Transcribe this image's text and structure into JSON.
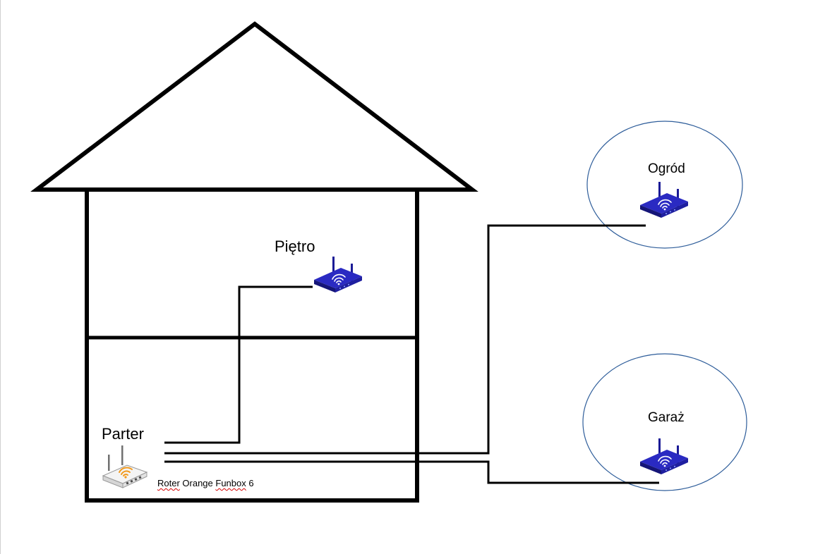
{
  "labels": {
    "upper_floor": "Piętro",
    "ground_floor": "Parter",
    "garden": "Ogród",
    "garage": "Garaż"
  },
  "main_router": {
    "caption_word1": "Roter",
    "caption_middle": " Orange ",
    "caption_word2": "Funbox",
    "caption_suffix": " 6",
    "misspelled_words": [
      "Roter",
      "Funbox"
    ]
  },
  "icons": {
    "main_router": "white-wifi-router-orange-signal-icon",
    "access_point": "blue-wifi-access-point-icon"
  },
  "colors": {
    "outline": "#000000",
    "zone_circle": "#2e5d9a",
    "access_point_body": "#2323b8",
    "access_point_dark": "#151578",
    "main_router_signal": "#f29a1e",
    "spellcheck_underline": "#d40000"
  }
}
